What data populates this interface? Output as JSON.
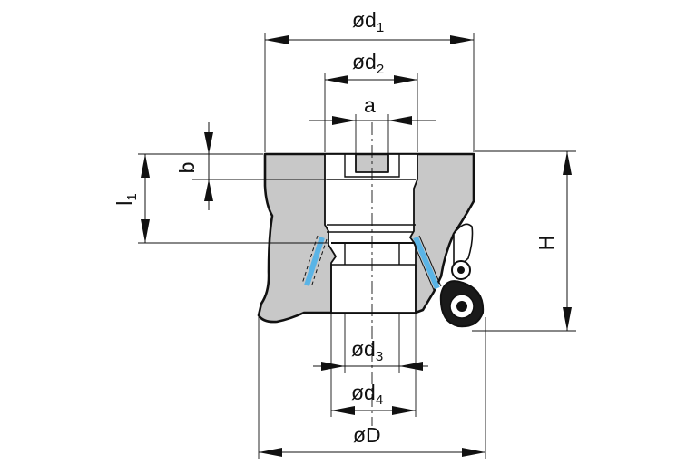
{
  "labels": {
    "d1": {
      "main": "ød",
      "sub": "1"
    },
    "d2": {
      "main": "ød",
      "sub": "2"
    },
    "a": {
      "main": "a"
    },
    "b": {
      "main": "b"
    },
    "l1": {
      "main": "l",
      "sub": "1"
    },
    "H": {
      "main": "H"
    },
    "d3": {
      "main": "ød",
      "sub": "3"
    },
    "d4": {
      "main": "ød",
      "sub": "4"
    },
    "D": {
      "main": "øD"
    }
  },
  "colors": {
    "body_fill": "#c8c8c8",
    "outline": "#111111",
    "coolant": "#5ab4e6"
  }
}
